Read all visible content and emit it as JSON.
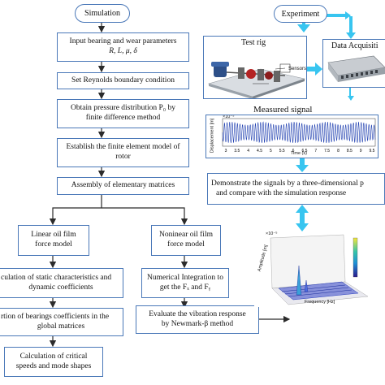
{
  "simulation": {
    "title": "Simulation",
    "step1_line1": "Input bearing and wear parameters",
    "step1_line2": "R, L, μ, δ",
    "step2": "Set Reynolds boundary condition",
    "step3_line1": "Obtain pressure distribution P₀ by",
    "step3_line2": "finite difference method",
    "step4_line1": "Establish the finite element model of",
    "step4_line2": "rotor",
    "step5": "Assembly of elementary matrices",
    "linear_line1": "Linear oil film",
    "linear_line2": "force model",
    "nonlinear_line1": "Noninear oil film",
    "nonlinear_line2": "force model",
    "static_line1": "culation of static characteristics and",
    "static_line2": "dynamic coefficients",
    "numint_line1": "Numerical Integration to",
    "numint_line2": "get the Fₓ and Fᵧ",
    "insert_line1": "rtion of bearings coefficients in the",
    "insert_line2": "global matrices",
    "newmark_line1": "Evaluate the vibration response",
    "newmark_line2": "by Newmark-β method",
    "critical_line1": "Calculation of critical",
    "critical_line2": "speeds and mode shapes"
  },
  "experiment": {
    "title": "Experiment",
    "test_rig_label": "Test rig",
    "sensors_label": "Sensors",
    "daq_label": "Data Acquisiti",
    "measured_label": "Measured signal",
    "signal_ylabel": "Displacement [m]",
    "signal_scale": "×10⁻⁵",
    "signal_xlabel": "Time (s)",
    "signal_xticks": [
      "3",
      "3.5",
      "4",
      "4.5",
      "5",
      "5.5",
      "6",
      "6.5",
      "7",
      "7.5",
      "8",
      "8.5",
      "9",
      "9.5"
    ],
    "demo_line1": "Demonstrate the signals by a three-dimensional p",
    "demo_line2": "and compare with the simulation response",
    "plot3d_zlabel": "Amplitude [m]",
    "plot3d_xlabel": "Frequency [Hz]",
    "plot3d_scale": "×10⁻⁵"
  },
  "colors": {
    "box_border": "#4a78b8",
    "arrow": "#2b2b2b",
    "cyan_arrow": "#38c5f0"
  }
}
